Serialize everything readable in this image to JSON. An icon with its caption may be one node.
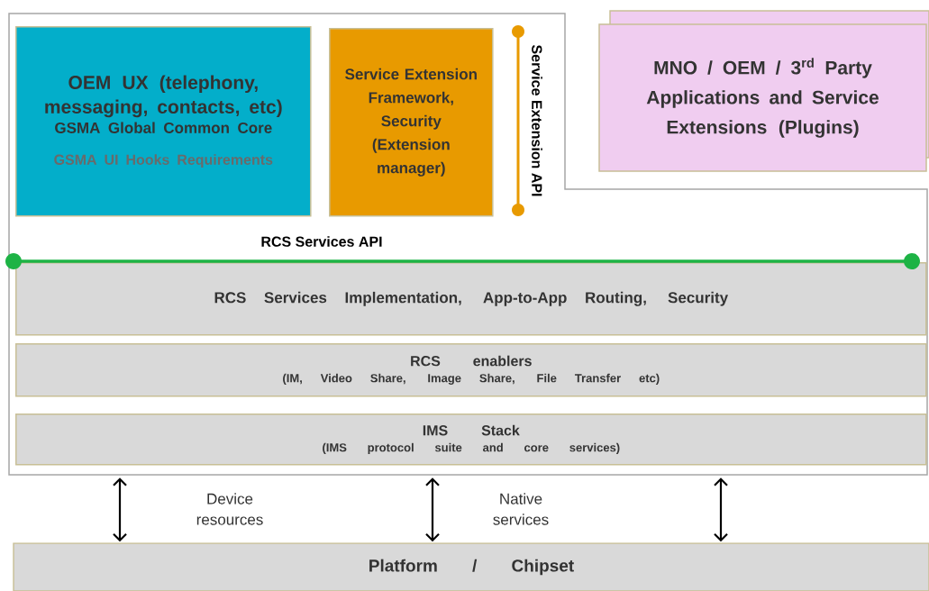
{
  "diagram": {
    "nodes": [
      {
        "text": [],
        "shape": "box"
      },
      {
        "text": [
          "OEM UX (telephony, messaging, contacts, etc)",
          "GSMA Global Common Core",
          "GSMA UI Hooks Requirements"
        ],
        "in": 0
      },
      {
        "text": [
          "Service Extension Framework, Security (Extension manager)"
        ],
        "in": 0
      },
      {
        "text": [
          "MNO / OEM / 3$^{rd}$ Party Applications and Service Extensions (Plugins)"
        ]
      },
      {
        "text": [
          "RCS Services Implementation, App-to-App Routing, Security"
        ],
        "in": 0
      },
      {
        "text": [
          "RCS enablers",
          "(IM, Video Share, Image Share, File Transfer etc)"
        ],
        "in": 0
      },
      {
        "text": [
          "IMS Stack",
          "(IMS protocol suite and core services)"
        ],
        "in": 0
      },
      {
        "text": [
          "Platform / Chipset"
        ]
      }
    ],
    "edges": [
      {
        "from": 0,
        "to": 7,
        "arrow": "both"
      },
      {
        "from": 0,
        "to": 7,
        "arrow": "both"
      },
      {
        "from": 0,
        "to": 7,
        "arrow": "both"
      }
    ],
    "labels": [
      "Service Extension API",
      "RCS Services API",
      "Device resources",
      "Native services"
    ]
  }
}
